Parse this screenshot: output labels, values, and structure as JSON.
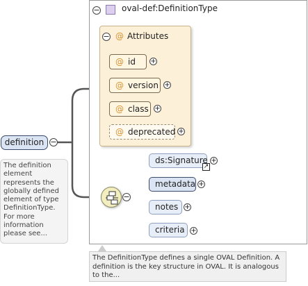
{
  "type_box": {
    "collapse_label": "⊖",
    "title": "oval-def:DefinitionType",
    "icon": "complex-type-icon"
  },
  "attributes": {
    "collapse_label": "⊖",
    "at_symbol": "@",
    "title": "Attributes",
    "items": [
      {
        "name": "id",
        "optional": false
      },
      {
        "name": "version",
        "optional": false
      },
      {
        "name": "class",
        "optional": false
      },
      {
        "name": "deprecated",
        "optional": true
      }
    ]
  },
  "root_element": {
    "name": "definition",
    "collapse_label": "⊖",
    "doc": "The definition element represents the globally defined element of type DefinitionType. For more information please see..."
  },
  "sequence": {
    "icon": "sequence-compositor-icon",
    "collapse_label": "⊖"
  },
  "children": [
    {
      "name": "ds:Signature",
      "optional": true,
      "reference": true
    },
    {
      "name": "metadata",
      "optional": false,
      "reference": false
    },
    {
      "name": "notes",
      "optional": true,
      "reference": false
    },
    {
      "name": "criteria",
      "optional": true,
      "reference": false
    }
  ],
  "expand_label": "+",
  "ref_arrow_label": "↗",
  "type_doc": "The DefinitionType defines a single OVAL Definition. A definition is the key structure in OVAL. It is analogous to the..."
}
